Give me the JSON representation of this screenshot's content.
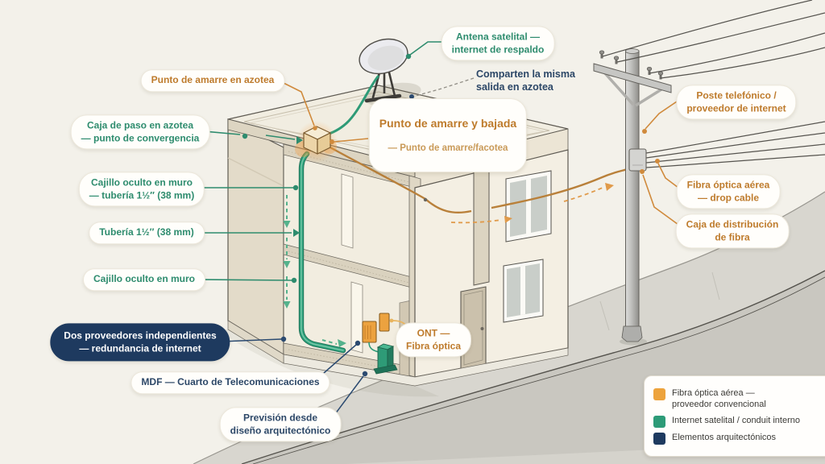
{
  "colors": {
    "background": "#f3f1ea",
    "accent_orange": "#eda33c",
    "accent_teal": "#2d9b77",
    "accent_navy": "#1e3a5f",
    "text_orange": "#be7b2c",
    "text_teal": "#2e8c6e",
    "text_navy": "#2c4767",
    "street_gray": "#c9c7c0"
  },
  "labels": {
    "punto_amarre_azotea": {
      "text": "Punto de amarre en azotea"
    },
    "caja_paso": {
      "text": "Caja de paso en azotea\n— punto de convergencia"
    },
    "cajillo_tuberia": {
      "text": "Cajillo oculto en muro\n— tubería 1½″ (38 mm)"
    },
    "tuberia": {
      "text": "Tubería 1½″ (38 mm)"
    },
    "cajillo": {
      "text": "Cajillo oculto en muro"
    },
    "dos_proveedores": {
      "text": "Dos proveedores independientes\n— redundancia de internet"
    },
    "mdf": {
      "text": "MDF — Cuarto de Telecomunicaciones"
    },
    "prevision": {
      "text": "Previsión desde\ndiseño arquitectónico"
    },
    "ont": {
      "text": "ONT —\nFibra óptica"
    },
    "antena": {
      "text": "Antena satelital —\ninternet de respaldo"
    },
    "comparten": {
      "text": "Comparten la misma\nsalida en azotea"
    },
    "punto_amarre_bajada": {
      "line1": "Punto de amarre y bajada",
      "line2": "— Punto de amarre/facotea"
    },
    "poste": {
      "text": "Poste telefónico /\nproveedor de internet"
    },
    "fibra_aerea": {
      "text": "Fibra óptica aérea\n— drop cable"
    },
    "caja_distribucion": {
      "text": "Caja de distribución\nde fibra"
    }
  },
  "legend": {
    "items": [
      {
        "id": "fibra-aerea",
        "color": "#eda33c",
        "label": "Fibra óptica aérea —\nproveedor convencional"
      },
      {
        "id": "internet-satelital",
        "color": "#2d9b77",
        "label": "Internet satelital / conduit interno"
      },
      {
        "id": "elementos-arquitectonicos",
        "color": "#1e3a5f",
        "label": "Elementos arquitectónicos"
      }
    ]
  }
}
